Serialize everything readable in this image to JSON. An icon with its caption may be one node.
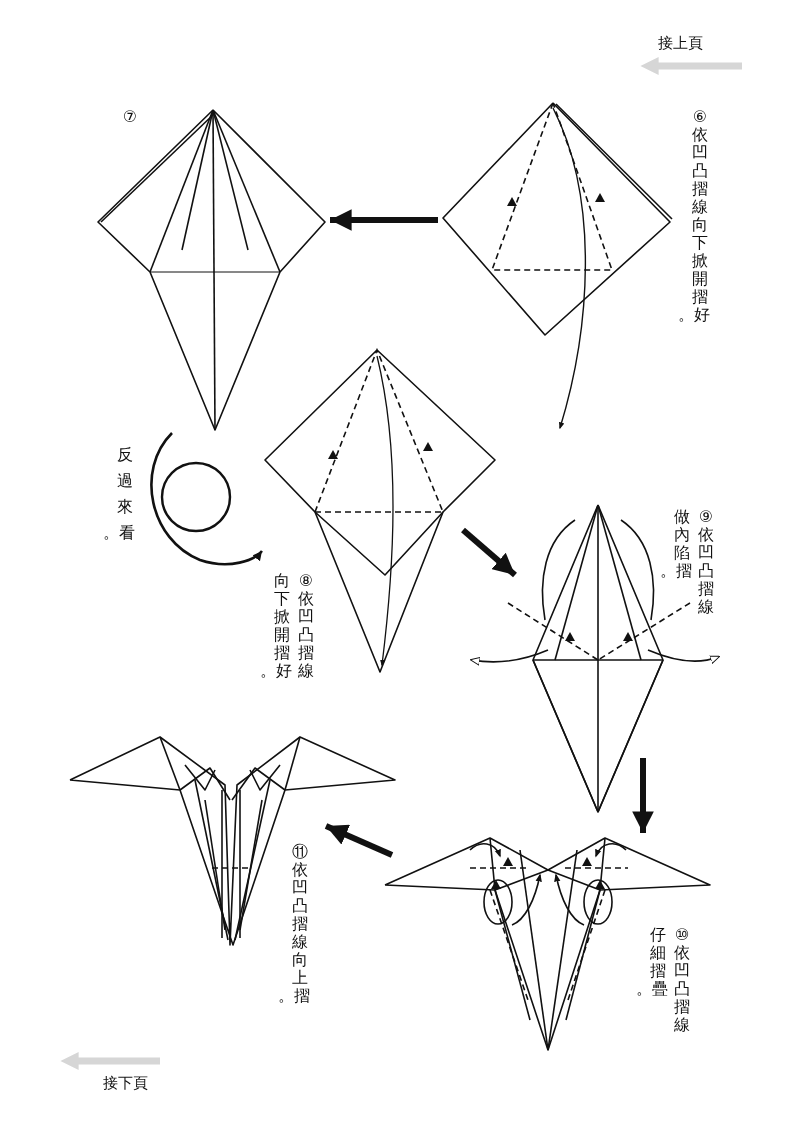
{
  "diagram": {
    "nodes": [
      {
        "text": [
          "⑥依凹凸摺線向下掀開摺好。"
        ]
      },
      {
        "text": [
          "⑦"
        ]
      },
      {
        "text": [
          "⑧依凹凸摺線向下掀開摺好。"
        ]
      },
      {
        "text": [
          "⑨依凹凸摺線做內陷摺。"
        ]
      },
      {
        "text": [
          "⑩依凹凸摺線仔細摺疊。"
        ]
      },
      {
        "text": [
          "⑪依凹凸摺線向上摺。"
        ]
      }
    ],
    "edges": [
      {
        "from": 0,
        "to": 1,
        "arrow": "to"
      },
      {
        "from": 1,
        "to": 2,
        "arrow": "to",
        "label": "反過來看。"
      },
      {
        "from": 2,
        "to": 3,
        "arrow": "to"
      },
      {
        "from": 3,
        "to": 4,
        "arrow": "to"
      },
      {
        "from": 4,
        "to": 5,
        "arrow": "to"
      }
    ],
    "labels": [
      "接上頁",
      "接下頁"
    ]
  }
}
